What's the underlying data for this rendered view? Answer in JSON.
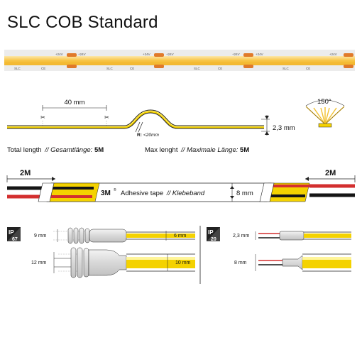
{
  "title": "SLC COB Standard",
  "strip": {
    "pad_labels": [
      "+24V",
      "+24V",
      "+24V",
      "+24V",
      "+24V",
      "+24V",
      "+24V",
      "+24V"
    ],
    "logo": "SLC",
    "ce": "CE"
  },
  "profile": {
    "segment_label": "40 mm",
    "cut_mark": "✂",
    "bend_radius_prefix": "R:",
    "bend_radius_value": "<20mm",
    "height_label": "2,3 mm",
    "beam_angle": "150°",
    "total_length_prefix": "Total length",
    "total_length_de": "// Gesamtlänge:",
    "total_length_value": "5M",
    "max_length_prefix": "Max lenght",
    "max_length_de": "// Maximale Länge:",
    "max_length_value": "5M"
  },
  "cable": {
    "left_length": "2M",
    "right_length": "2M",
    "tape_brand": "3M",
    "tape_label": "Adhesive tape",
    "tape_label_de": "// Klebeband",
    "tape_width": "8 mm"
  },
  "connectors": {
    "ip67_badge": "IP",
    "ip67_value": "67",
    "ip20_badge": "IP",
    "ip20_value": "20",
    "ip67_top_left": "9 mm",
    "ip67_top_right": "6 mm",
    "ip67_bottom_left": "12 mm",
    "ip67_bottom_right": "10 mm",
    "ip20_top": "2,3 mm",
    "ip20_bottom": "8 mm"
  },
  "colors": {
    "strip_yellow": "#f6c94a",
    "pad_orange": "#e07a2a",
    "wire_red": "#d32f2f",
    "wire_black": "#151515",
    "cable_yellow": "#f4d200"
  }
}
